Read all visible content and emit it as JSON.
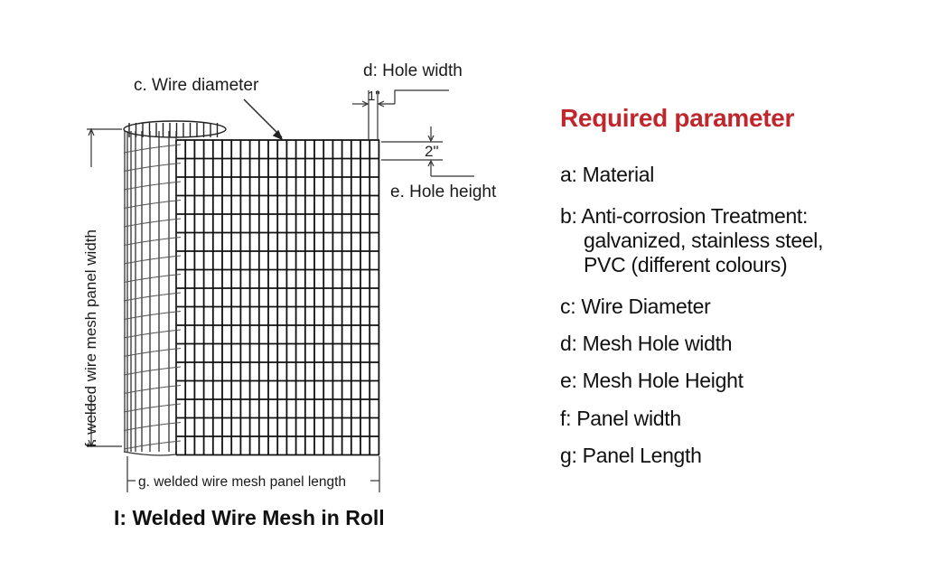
{
  "diagram": {
    "labels": {
      "wire_diameter": "c. Wire diameter",
      "hole_width": "d: Hole width",
      "hole_width_value": "1\"",
      "hole_height": "e. Hole height",
      "hole_height_value": "2\"",
      "panel_width": "f. welded wire mesh panel width",
      "panel_length": "g. welded wire mesh panel length"
    },
    "caption": "I: Welded Wire Mesh in Roll"
  },
  "parameters": {
    "title": "Required parameter",
    "title_color": "#c0272d",
    "items": [
      {
        "key": "a",
        "text": "a: Material"
      },
      {
        "key": "b",
        "text": "b: Anti-corrosion Treatment:",
        "continuation": [
          "galvanized, stainless steel,",
          "PVC (different colours)"
        ]
      },
      {
        "key": "c",
        "text": "c: Wire Diameter"
      },
      {
        "key": "d",
        "text": "d: Mesh Hole width"
      },
      {
        "key": "e",
        "text": "e: Mesh Hole Height"
      },
      {
        "key": "f",
        "text": "f: Panel width"
      },
      {
        "key": "g",
        "text": "g: Panel Length"
      }
    ]
  }
}
